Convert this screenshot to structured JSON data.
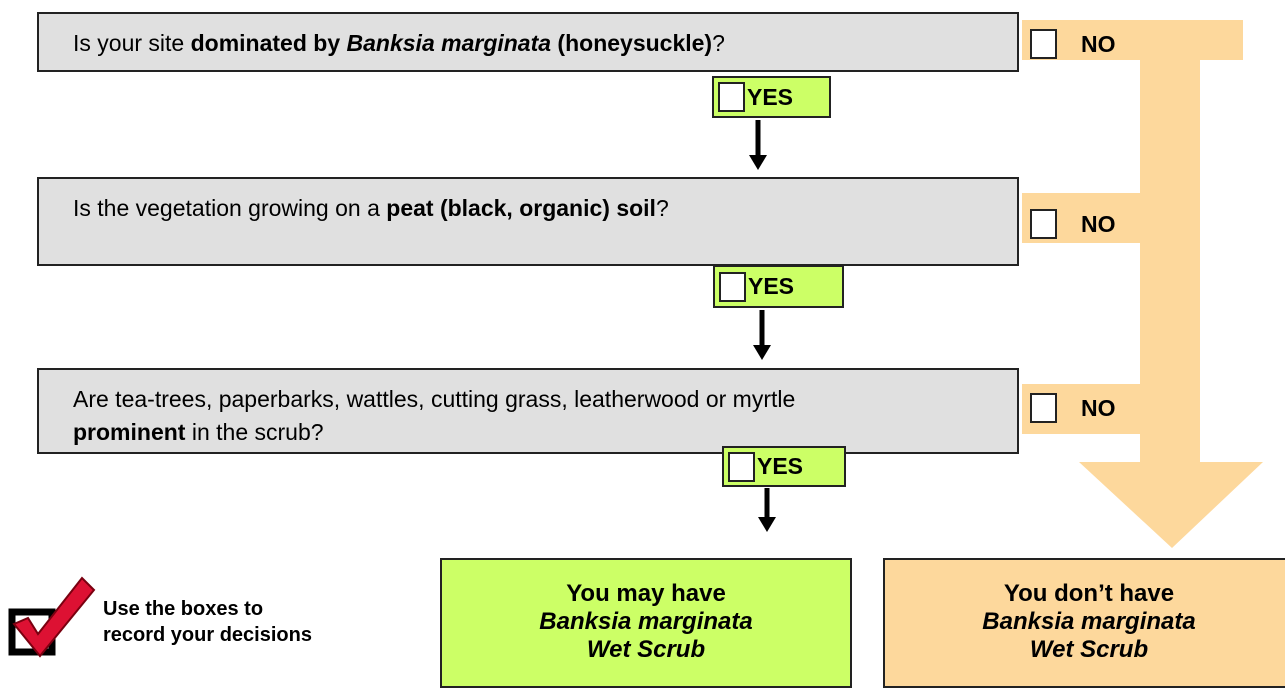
{
  "questions": [
    {
      "pre": "Is your site ",
      "bold": "dominated by ",
      "bold_italic": "Banksia marginata",
      "bold2": " (honeysuckle)",
      "post": "?"
    },
    {
      "pre": "Is the vegetation growing on a ",
      "bold": "peat (black, organic) soil",
      "post": "?"
    },
    {
      "line1": "Are tea-trees, paperbarks, wattles, cutting grass, leatherwood or myrtle",
      "bold": "prominent",
      "post": " in the scrub?"
    }
  ],
  "yes_label": "YES",
  "no_label": "NO",
  "results": {
    "positive": {
      "line1": "You may have",
      "line2": "Banksia marginata",
      "line3": "Wet Scrub"
    },
    "negative": {
      "line1": "You don’t have",
      "line2": "Banksia marginata",
      "line3": "Wet Scrub"
    }
  },
  "legend": {
    "line1": "Use the boxes to",
    "line2": "record your decisions"
  },
  "colors": {
    "question_bg": "#e0e0e0",
    "yes_bg": "#ccff66",
    "no_path": "#fdd89c",
    "border": "#222222"
  }
}
